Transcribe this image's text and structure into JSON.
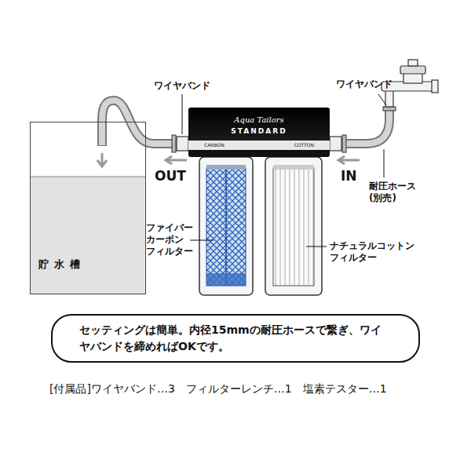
{
  "diagram": {
    "nodes": [
      {
        "text": [
          "貯水槽"
        ]
      },
      {
        "text": [
          "Aqua Tailors",
          "STANDARD",
          "CARBON",
          "COTTON"
        ]
      },
      {
        "text": [
          "セッティングは簡単。内径15mmの耐圧ホースで繋ぎ、ワイヤバンドを締めればOKです。"
        ]
      }
    ],
    "edges": [
      {
        "from": 1,
        "to": 0,
        "arrow": "none"
      }
    ],
    "labels": [
      "ワイヤバンド",
      "ワイヤバンド",
      "OUT",
      "IN",
      "耐圧ホース (別売)",
      "ファイバー カーボン フィルター",
      "ナチュラルコットン フィルター",
      "[付属品]ワイヤバンド…3　フィルターレンチ…1　塩素テスター…1"
    ]
  }
}
